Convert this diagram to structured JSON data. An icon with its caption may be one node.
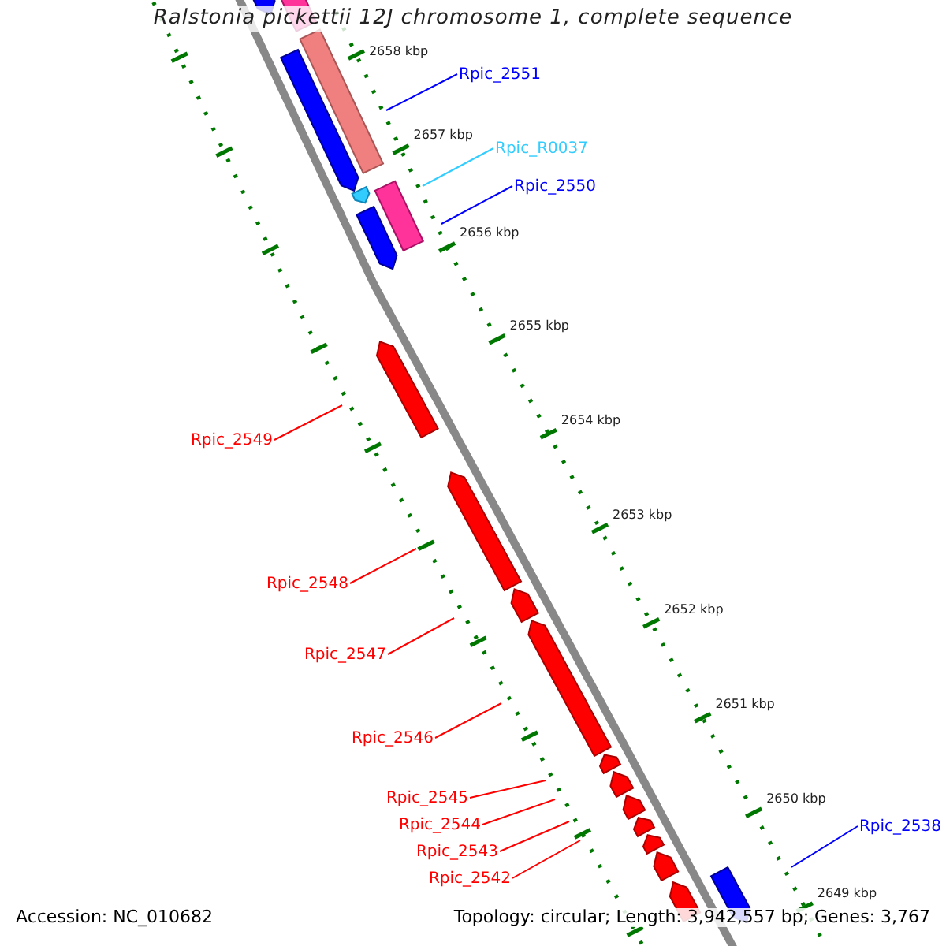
{
  "diagram": {
    "title": "Ralstonia pickettii 12J chromosome 1, complete sequence",
    "nodes": [
      {
        "text": [
          "Rpic_2551"
        ]
      },
      {
        "text": [
          "Rpic_R0037"
        ]
      },
      {
        "text": [
          "Rpic_2550"
        ]
      },
      {
        "text": [
          "Rpic_2549"
        ]
      },
      {
        "text": [
          "Rpic_2548"
        ]
      },
      {
        "text": [
          "Rpic_2547"
        ]
      },
      {
        "text": [
          "Rpic_2546"
        ]
      },
      {
        "text": [
          "Rpic_2545"
        ]
      },
      {
        "text": [
          "Rpic_2544"
        ]
      },
      {
        "text": [
          "Rpic_2543"
        ]
      },
      {
        "text": [
          "Rpic_2542"
        ]
      },
      {
        "text": [
          "Rpic_2538"
        ]
      }
    ],
    "edges": [
      {
        "from": 0,
        "to": null,
        "arrow": "none",
        "color": "#0000ff"
      },
      {
        "from": 1,
        "to": null,
        "arrow": "none",
        "color": "#33ccff"
      },
      {
        "from": 2,
        "to": null,
        "arrow": "none",
        "color": "#0000ff"
      },
      {
        "from": 3,
        "to": null,
        "arrow": "none"
      },
      {
        "from": 4,
        "to": null,
        "arrow": "none"
      },
      {
        "from": 5,
        "to": null,
        "arrow": "none"
      },
      {
        "from": 6,
        "to": null,
        "arrow": "none"
      },
      {
        "from": 7,
        "to": null,
        "arrow": "none"
      },
      {
        "from": 8,
        "to": null,
        "arrow": "none"
      },
      {
        "from": 9,
        "to": null,
        "arrow": "none"
      },
      {
        "from": 10,
        "to": null,
        "arrow": "none"
      },
      {
        "from": 11,
        "to": null,
        "arrow": "none",
        "color": "#0000ff"
      }
    ],
    "labels": [
      "2658 kbp",
      "2657 kbp",
      "2656 kbp",
      "2655 kbp",
      "2654 kbp",
      "2653 kbp",
      "2652 kbp",
      "2651 kbp",
      "2650 kbp",
      "2649 kbp",
      "Accession: NC_010682",
      "Topology: circular; Length: 3,942,557 bp; Genes: 3,767"
    ]
  }
}
